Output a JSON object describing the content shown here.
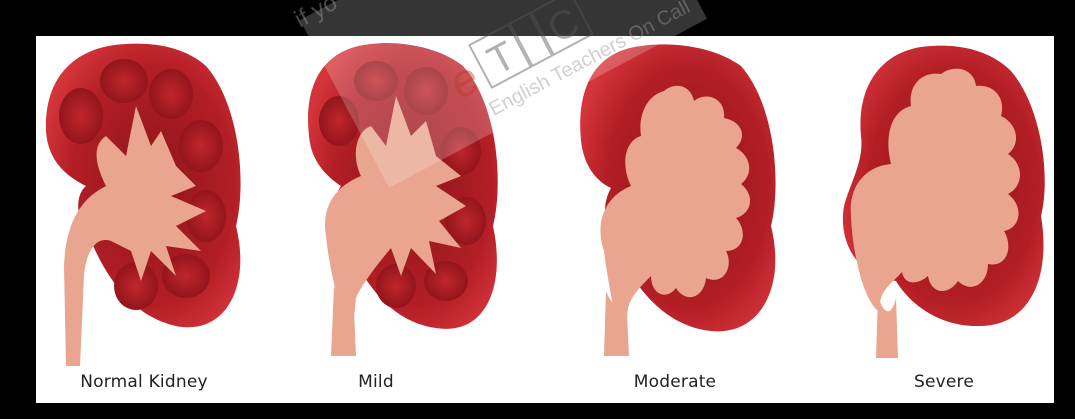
{
  "figure": {
    "panels": [
      {
        "label": "Normal Kidney",
        "severity": 0
      },
      {
        "label": "Mild",
        "severity": 1
      },
      {
        "label": "Moderate",
        "severity": 2
      },
      {
        "label": "Severe",
        "severity": 3
      }
    ]
  },
  "watermark": {
    "logo_letters": "eTIC",
    "tagline": "English Teachers On Call",
    "partial_text": "if yo"
  },
  "colors": {
    "background_border": "#000000",
    "panel": "#ffffff",
    "cortex_outer": "#c8262e",
    "cortex_inner": "#a81a22",
    "pelvis": "#e9a58f",
    "watermark": "#cccccc"
  }
}
